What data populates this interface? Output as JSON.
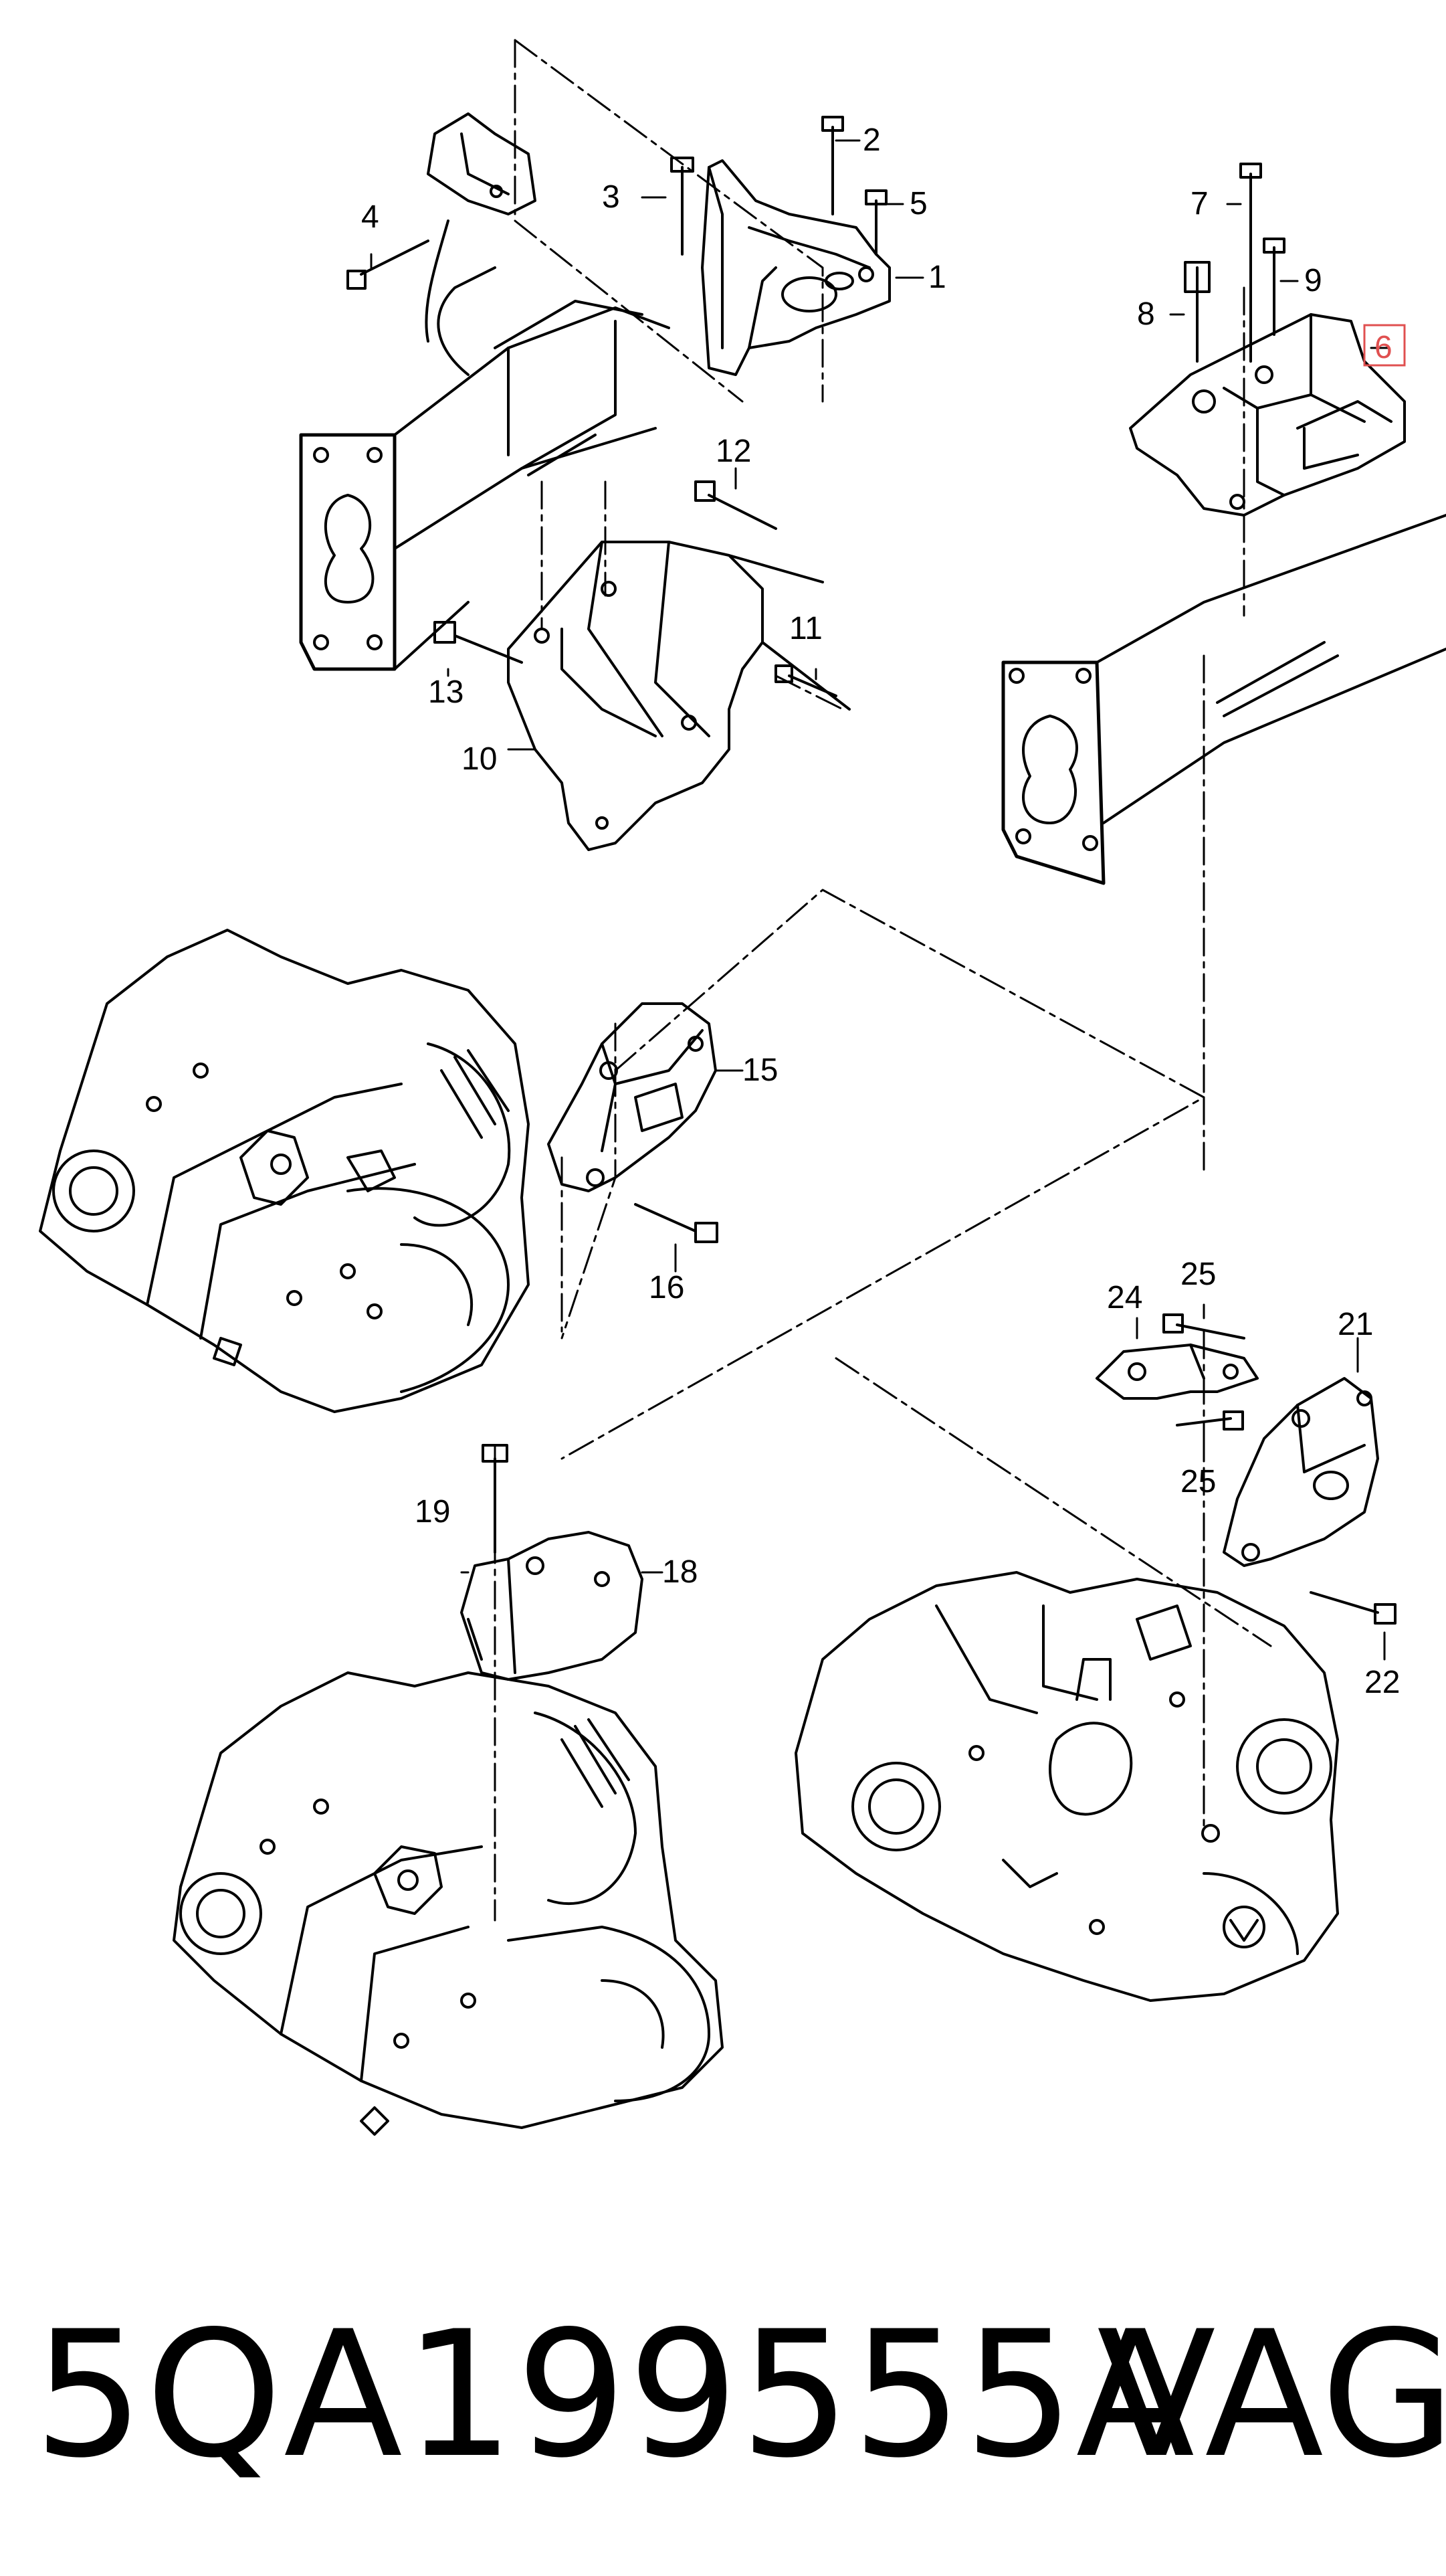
{
  "callouts": {
    "c1": "1",
    "c2": "2",
    "c3": "3",
    "c4": "4",
    "c5": "5",
    "c6": "6",
    "c7": "7",
    "c8": "8",
    "c9": "9",
    "c10": "10",
    "c11": "11",
    "c12": "12",
    "c13": "13",
    "c15": "15",
    "c16": "16",
    "c18": "18",
    "c19": "19",
    "c21": "21",
    "c22": "22",
    "c24": "24",
    "c25a": "25",
    "c25b": "25"
  },
  "highlight_color": "#e05050",
  "footer": {
    "part_number": "5QA199555A",
    "brand": "VAG"
  }
}
